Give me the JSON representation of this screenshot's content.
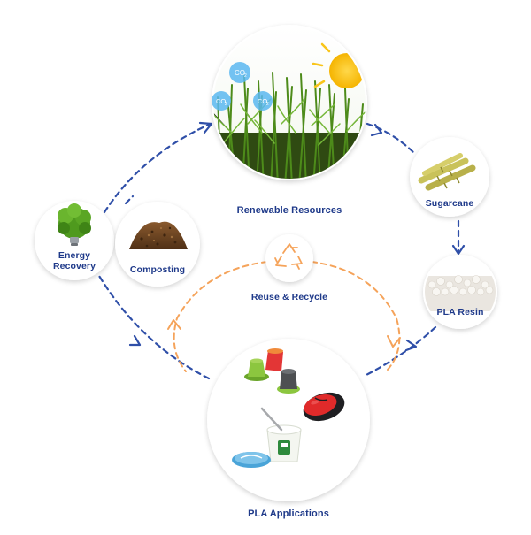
{
  "nodes": {
    "renewable": {
      "label": "Renewable Resources",
      "co2_label": "CO",
      "co2_sub": "2"
    },
    "sugarcane": {
      "label": "Sugarcane"
    },
    "pla_resin": {
      "label": "PLA Resin"
    },
    "pla_applications": {
      "label": "PLA Applications"
    },
    "reuse_recycle": {
      "label": "Reuse & Recycle"
    },
    "composting": {
      "label": "Composting"
    },
    "energy_recovery": {
      "label_line1": "Energy",
      "label_line2": "Recovery"
    }
  },
  "colors": {
    "outer_cycle": "#2f4fa8",
    "inner_cycle": "#f5a35a",
    "label_text": "#1f3a8a",
    "co2_bubble": "#5bb7f0",
    "sun": "#f9c51a",
    "grass": "#4d8b1a",
    "soil": "#6a4320"
  },
  "icons": {
    "recycle": "recycle-icon",
    "sun": "sun-icon",
    "co2": "co2-bubble-icon",
    "tree_bulb": "tree-bulb-icon",
    "soil": "soil-pile-icon",
    "sugarcane": "sugarcane-icon",
    "resin": "resin-pellets-icon",
    "capsule": "coffee-capsule-icon",
    "mouse": "computer-mouse-icon",
    "yogurt": "yogurt-cup-icon"
  }
}
